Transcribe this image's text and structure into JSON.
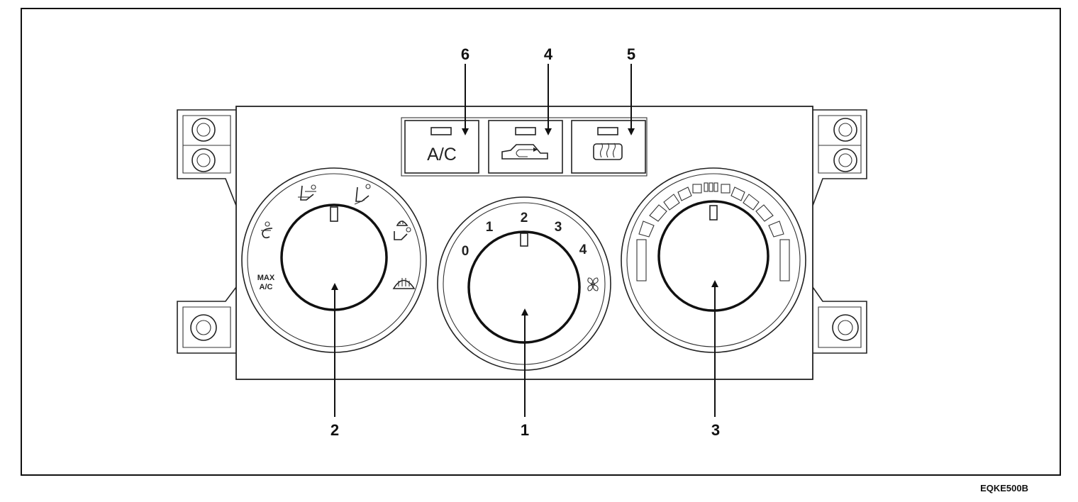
{
  "callouts": {
    "fan_speed": "1",
    "mode": "2",
    "temperature": "3",
    "recirculation": "4",
    "rear_defrost": "5",
    "ac": "6"
  },
  "buttons": {
    "ac_label": "A/C"
  },
  "fan_dial": {
    "positions": [
      "0",
      "1",
      "2",
      "3",
      "4"
    ]
  },
  "mode_dial": {
    "max_ac_line1": "MAX",
    "max_ac_line2": "A/C",
    "icons": [
      "face-vent-icon",
      "bi-level-vent-icon",
      "floor-vent-icon",
      "floor-defrost-icon",
      "defrost-icon"
    ]
  },
  "figure_code": "EQKE500B"
}
